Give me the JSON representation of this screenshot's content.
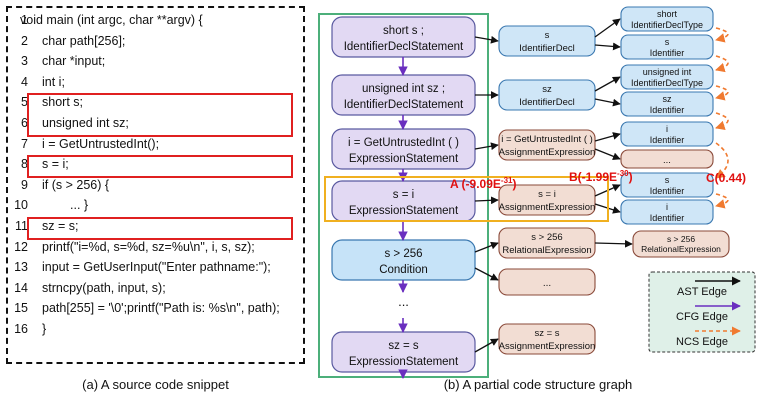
{
  "code_panel": {
    "lines": [
      {
        "n": "1",
        "text": "void main (int argc, char **argv) {"
      },
      {
        "n": "2",
        "text": "char path[256];"
      },
      {
        "n": "3",
        "text": "char *input;"
      },
      {
        "n": "4",
        "text": "int i;"
      },
      {
        "n": "5",
        "text": "short s;"
      },
      {
        "n": "6",
        "text": "unsigned int sz;"
      },
      {
        "n": "7",
        "text": "i = GetUntrustedInt();"
      },
      {
        "n": "8",
        "text": "s = i;"
      },
      {
        "n": "9",
        "text": "if (s > 256) {"
      },
      {
        "n": "10",
        "text": "... }"
      },
      {
        "n": "11",
        "text": "sz = s;"
      },
      {
        "n": "12",
        "text": "printf(\"i=%d, s=%d, sz=%u\\n\", i, s, sz);"
      },
      {
        "n": "13",
        "text": "input = GetUserInput(\"Enter pathname:\");"
      },
      {
        "n": "14",
        "text": "strncpy(path, input, s);"
      },
      {
        "n": "15",
        "text": "path[255] = '\\0';printf(\"Path is: %s\\n\", path);"
      },
      {
        "n": "16",
        "text": "}"
      }
    ]
  },
  "captions": {
    "left": "(a) A source code snippet",
    "right": "(b) A partial code structure graph"
  },
  "graph": {
    "stmt_nodes": [
      [
        "short s ;",
        "IdentifierDeclStatement"
      ],
      [
        "unsigned int sz ;",
        "IdentifierDeclStatement"
      ],
      [
        "i = GetUntrustedInt ( )",
        "ExpressionStatement"
      ],
      [
        "s = i",
        "ExpressionStatement"
      ],
      [
        "s > 256",
        "Condition"
      ],
      [
        "sz = s",
        "ExpressionStatement"
      ]
    ],
    "ellipsis": "...",
    "mid_nodes": [
      [
        "s",
        "IdentifierDecl"
      ],
      [
        "sz",
        "IdentifierDecl"
      ],
      [
        "i = GetUntrustedInt ( )",
        "AssignmentExpression"
      ],
      [
        "s = i",
        "AssignmentExpression"
      ],
      [
        "s > 256",
        "RelationalExpression"
      ],
      [
        "...",
        ""
      ],
      [
        "sz = s",
        "AssignmentExpression"
      ]
    ],
    "right_nodes": [
      [
        "short",
        "IdentifierDeclType"
      ],
      [
        "s",
        "Identifier"
      ],
      [
        "unsigned int",
        "IdentifierDeclType"
      ],
      [
        "sz",
        "Identifier"
      ],
      [
        "i",
        "Identifier"
      ],
      [
        "...",
        ""
      ],
      [
        "s",
        "Identifier"
      ],
      [
        "i",
        "Identifier"
      ]
    ],
    "rel_child": [
      "s > 256",
      "RelationalExpression"
    ],
    "scores": {
      "a": "A (-9.09E",
      "a_exp": "-31",
      "a_close": ")",
      "b": "B(-1.99E",
      "b_exp": "-30",
      "b_close": ")",
      "c": "C(0.44)"
    },
    "legend": {
      "ast": "AST Edge",
      "cfg": "CFG Edge",
      "ncs": "NCS Edge"
    },
    "colors": {
      "stmt_fill": "#e2d9f3",
      "stmt_stroke": "#5a5aa0",
      "ident_fill": "#cfe6f7",
      "ident_stroke": "#3a78b0",
      "expr_fill": "#f2ddd3",
      "expr_stroke": "#8a4a3a",
      "cond_fill": "#c6e3f8",
      "green_frame": "#4caf7a",
      "orange_frame": "#f0b020",
      "cfg_edge": "#6a2fbf",
      "ncs_edge": "#f07a30",
      "score_red": "#e01010",
      "legend_bg": "#dff0e8"
    }
  }
}
